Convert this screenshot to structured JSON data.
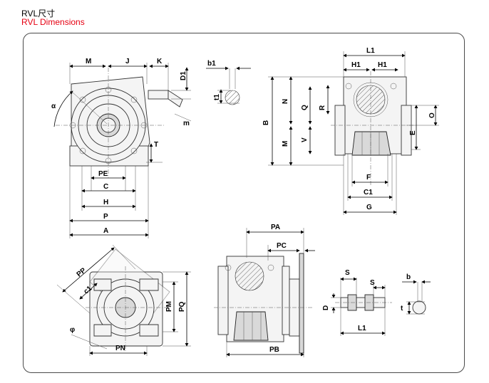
{
  "header": {
    "title_zh": "RVL尺寸",
    "title_en": "RVL Dimensions"
  },
  "colors": {
    "title_en": "#e60012",
    "frame": "#4a4a4a"
  },
  "front_view": {
    "top_labels": [
      "M",
      "J",
      "K"
    ],
    "side_labels": [
      "D1",
      "m",
      "T"
    ],
    "angle_label": "α",
    "bottom_labels": [
      "PE",
      "C",
      "H",
      "P",
      "A"
    ]
  },
  "key_detail": {
    "labels": [
      "b1",
      "t1"
    ]
  },
  "side_view": {
    "top_labels": [
      "L1",
      "H1",
      "H1"
    ],
    "left_labels": [
      "B",
      "N",
      "M",
      "Q",
      "V",
      "R"
    ],
    "right_labels": [
      "O",
      "E"
    ],
    "bottom_labels": [
      "F",
      "C1",
      "G"
    ]
  },
  "flange_view": {
    "labels": [
      "PP",
      "c1",
      "φ",
      "PN",
      "PM",
      "PQ"
    ]
  },
  "flange_side_view": {
    "labels": [
      "PA",
      "PC",
      "PB"
    ]
  },
  "shaft_view": {
    "labels": [
      "S",
      "S",
      "D",
      "L1",
      "b",
      "t"
    ]
  }
}
